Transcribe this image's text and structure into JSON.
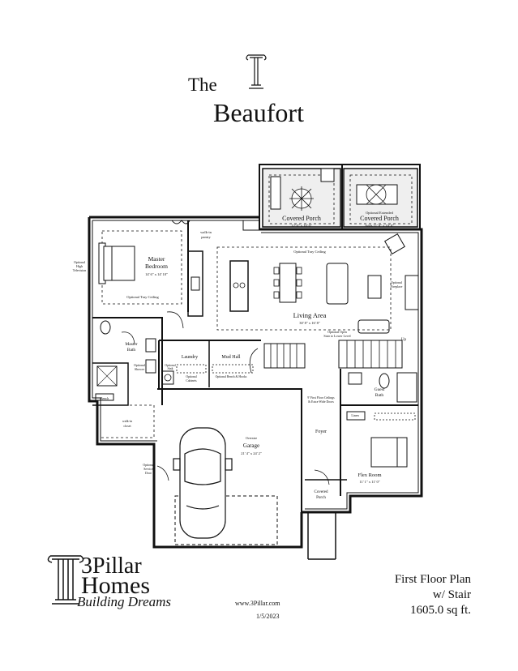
{
  "title": {
    "the": "The",
    "name": "Beaufort"
  },
  "rooms": {
    "covered_porch_1": {
      "label": "Covered Porch",
      "dims": "12' 0\" x 10' 0\""
    },
    "covered_porch_2": {
      "label": "Covered Porch",
      "note": "Optional Extended",
      "dims": "Adds 11' 8\" x 10' 0\""
    },
    "master_bedroom": {
      "label": "Master",
      "label2": "Bedroom",
      "dims": "14' 6\" x 14' 10\""
    },
    "optional_tray_master": "Optional Tray Ceiling",
    "optional_tv": {
      "l1": "Optional",
      "l2": "High",
      "l3": "Television"
    },
    "walk_in_pantry": {
      "l1": "walk-in",
      "l2": "pantry"
    },
    "living_optional_tray": "Optional Tray Ceiling",
    "living_area": {
      "label": "Living Area",
      "dims": "30' 8\" x 16' 8\""
    },
    "optional_fireplace": {
      "l1": "Optional",
      "l2": "Fireplace"
    },
    "optional_open_stair": {
      "l1": "Optional Open",
      "l2": "Stair to Lower Level"
    },
    "up": "Up",
    "master_bath": {
      "label": "Master",
      "label2": "Bath"
    },
    "optional_shower": {
      "l1": "Optional",
      "l2": "Shower"
    },
    "bench": "Bench",
    "walk_in_closet": {
      "l1": "walk-in",
      "l2": "closet"
    },
    "laundry": "Laundry",
    "optional_sink": {
      "l1": "Optional",
      "l2": "Sink"
    },
    "optional_cabinets": {
      "l1": "Optional",
      "l2": "Cabinets"
    },
    "mud_hall": "Mud Hall",
    "optional_bench": "Optional Bench & Hooks",
    "guest_bath": {
      "label": "Guest",
      "label2": "Bath"
    },
    "linen": "Linen",
    "ceiling_note": {
      "l1": "9' First Floor Ceilings",
      "l2": "& Extra-Wide Doors"
    },
    "foyer": "Foyer",
    "garage": {
      "label": "Garage",
      "dims": "21' 4\" x 24' 2\"",
      "note": "Oversize"
    },
    "optional_service_door": {
      "l1": "Optional",
      "l2": "Service",
      "l3": "Door"
    },
    "flex_room": {
      "label": "Flex Room",
      "dims": "11' 1\" x 11' 0\""
    },
    "covered_porch_front": {
      "label": "Covered",
      "label2": "Porch"
    }
  },
  "brand": {
    "line1": "3Pillar",
    "line2": "Homes",
    "tagline": "Building Dreams"
  },
  "footer": {
    "website": "www.3Pillar.com",
    "date": "1/5/2023",
    "plan_name": "First Floor Plan",
    "variant": "w/ Stair",
    "area": "1605.0 sq ft."
  }
}
